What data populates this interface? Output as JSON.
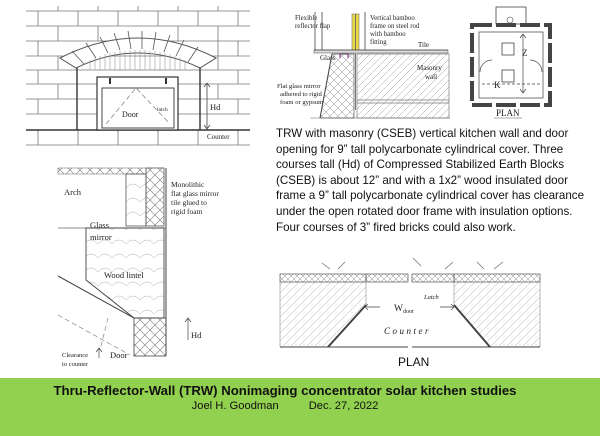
{
  "figures": {
    "elevation": {
      "labels": {
        "door": "Door",
        "latch": "latch",
        "hd": "Hd",
        "counter": "Counter"
      }
    },
    "section_detail": {
      "labels": {
        "flexible_flap": "Flexible reflector flap",
        "bamboo": "Vertical bamboo frame on steel rod with bamboo fitting",
        "tile": "Tile",
        "glass": "Glass",
        "masonry": "Masonry wall",
        "flat_mirror": "Flat glass mirror adhered to rigid foam or gypsum"
      },
      "colors": {
        "bamboo": "#E8D84A",
        "glass_clip": "#8B3A8B"
      }
    },
    "kitchen_plan": {
      "labels": {
        "z": "Z",
        "k": "K",
        "plan": "PLAN"
      }
    },
    "lintel_section": {
      "labels": {
        "arch": "Arch",
        "monolithic": "Monolithic flat glass mirror tile glued to rigid foam",
        "glass_mirror": "Glass mirror",
        "wood_lintel": "Wood lintel",
        "hd": "Hd",
        "door": "Door",
        "clearance": "Clearance to counter"
      }
    },
    "door_plan": {
      "labels": {
        "wdoor": "W",
        "wdoor_sub": "door",
        "latch": "Latch",
        "counter": "Counter"
      }
    }
  },
  "description": "TRW with masonry (CSEB) vertical kitchen wall and door opening for 9” tall polycarbonate cylindrical cover. Three courses  tall  (Hd) of Compressed Stabilized Earth Blocks (CSEB) is about 12” and with a 1x2” wood insulated door frame  a 9” tall polycarbonate cylindrical cover  has clearance under the open rotated  door frame with insulation options. Four courses  of 3” fired bricks  could also work.",
  "plan_caption": "PLAN",
  "footer": {
    "title": "Thru-Reflector-Wall (TRW) Nonimaging concentrator solar kitchen studies",
    "author": "Joel H. Goodman",
    "date": "Dec. 27, 2022",
    "background": "#92D050"
  }
}
